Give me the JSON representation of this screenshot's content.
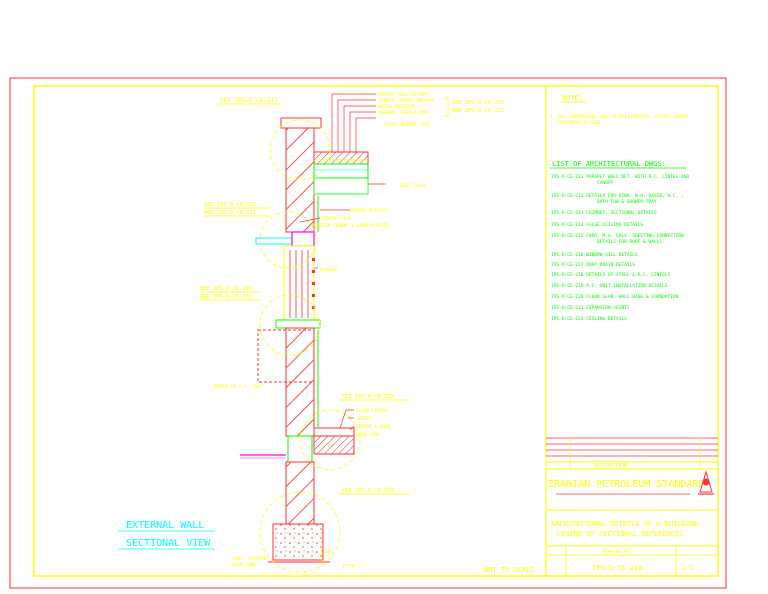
{
  "drawing": {
    "title_lines": [
      "EXTERNAL WALL",
      "SECTIONAL VIEW"
    ],
    "scale_text": "NOT TO SCALE",
    "typ_note": "(TYP.)",
    "dimension_text": "10",
    "callouts": {
      "top_ref": "SEE IPS-D-CE-211",
      "roof_layers": [
        "MOSAIC TILE ON BED",
        "SCREED CEMENT MORTAR",
        "WATER PROOFING",
        "THERMAL INSULATION",
        "LIGHT WEIGHT CONC."
      ],
      "roof_refs": [
        "SEE IPS-D-CE-210",
        "AND IPS-D-CE-211"
      ],
      "roof_slab": "ROOF SLAB",
      "lintel_refs": [
        "SEE IPS-D-CE-216",
        "AND IPS-D-CE-217"
      ],
      "plaster_note": [
        "GYPSUM PLASTER",
        "FINISH TILE",
        "PLASTER CEMENT & SAND PLASTER"
      ],
      "window": "WINDOW",
      "sill_refs": [
        "SEE IPS-D-CE-216",
        "AND IPS-D-CE-218"
      ],
      "ceiling_note": "DEPTH OF A.C. DUCT",
      "floor_ref": "SEE IPS-D-CE-220",
      "floor_layers": [
        "FLOOR FINISH",
        "SCREED",
        "CEMENT & SAND",
        "HARD CORE"
      ],
      "foundation_ref": "SEE IPS-D-CE-220",
      "foundation_note": [
        "CONC. FOOTING",
        "LEAN CONC."
      ]
    }
  },
  "notes": {
    "heading": "NOTE:",
    "lines": [
      "1. ALL DIMENSIONS ARE IN MILLIMETERS, EXCEPT WHERE",
      "OTHERWISE STATED."
    ]
  },
  "list": {
    "heading": "LIST OF ARCHITECTURAL DWGS:",
    "items": [
      "IPS-D-CE-211 PARAPET WALL DET. WITH R.C. LINTEL AND",
      "CANOPY",
      "IPS-D-CE-212 DETAILS FOR SINK, W.H. BASIN, W.C. ,",
      "BATH TUB & SHOWER TRAY",
      "IPS-D-CE-213 CHIMNEY, SECTIONAL DETAILS",
      "IPS-D-CE-214 FALSE CEILING DETAILS",
      "IPS-D-CE-215 CORR. M.S. GALV. SHEETING CONNECTION",
      "DETAILS FOR ROOF & WALLS",
      "IPS-D-CE-216 WINDOW SILL DETAILS",
      "IPS-D-CE-217 ROOF DRAIN DETAILS",
      "IPS-D-CE-218 DETAILS OF STEEL & R.C. LINTELS",
      "IPS-D-CE-219 A.C. UNIT INSTALLATION DETAILS",
      "IPS-D-CE-220 FLOOR SLAB, WALL BASE & FOUNDATION",
      "IPS-D-CE-221 EXPANSION JOINTS",
      "IPS-D-CE-222 CEILING DETAILS"
    ]
  },
  "title_block": {
    "description_label": "DESCRIPTION",
    "organization": "IRANIAN PETROLEUM STANDARDS",
    "sheet_title_lines": [
      "ARCHITECTURAL DETAILS OF A BUILDING",
      "LEGEND OF SECTIONAL REFERENCES"
    ],
    "drawing_no_label": "DRAWING NO.",
    "drawing_no": "IPS-D-CE-210",
    "sheet": "1/1"
  }
}
